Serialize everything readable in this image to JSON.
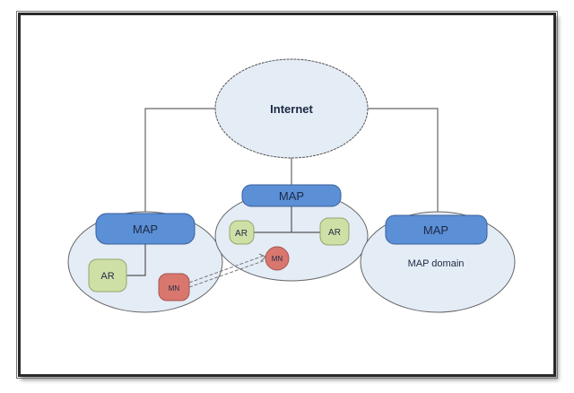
{
  "diagram": {
    "internet": {
      "label": "Internet"
    },
    "domains": [
      {
        "id": "left",
        "map_label": "MAP",
        "nodes": [
          {
            "type": "AR",
            "label": "AR"
          },
          {
            "type": "MN",
            "label": "MN"
          }
        ]
      },
      {
        "id": "center",
        "map_label": "MAP",
        "nodes": [
          {
            "type": "AR",
            "label": "AR"
          },
          {
            "type": "AR",
            "label": "AR"
          },
          {
            "type": "MN",
            "label": "MN"
          }
        ]
      },
      {
        "id": "right",
        "map_label": "MAP",
        "caption": "MAP domain"
      }
    ],
    "handover": {
      "from": "left-MN",
      "to": "center-MN",
      "style": "dashed-double-arrow"
    },
    "colors": {
      "domain_fill": "#e4ecf6",
      "map_fill": "#5b8fd6",
      "ar_fill": "#cfe0a6",
      "mn_fill": "#d9776f",
      "line": "#555555"
    }
  }
}
